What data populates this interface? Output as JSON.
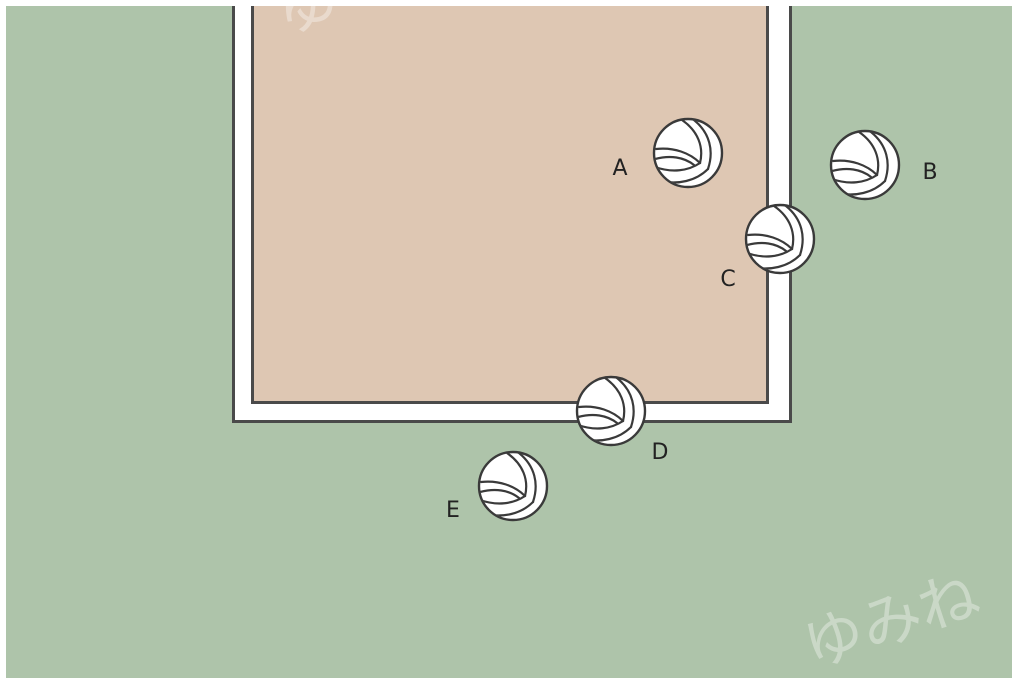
{
  "colors": {
    "ground": "#aec4aa",
    "court": "#dec7b3",
    "court_line": "#ffffff",
    "outline": "#4a4a4a",
    "ball": "#ffffff",
    "ball_stroke": "#3a3a3a",
    "label": "#222222",
    "border": "#ffffff"
  },
  "balls": [
    {
      "id": "a",
      "label": "A"
    },
    {
      "id": "b",
      "label": "B"
    },
    {
      "id": "c",
      "label": "C"
    },
    {
      "id": "d",
      "label": "D"
    },
    {
      "id": "e",
      "label": "E"
    }
  ],
  "watermark": {
    "top_glyph": "ゆ",
    "bottom_text": "ゆみね"
  }
}
